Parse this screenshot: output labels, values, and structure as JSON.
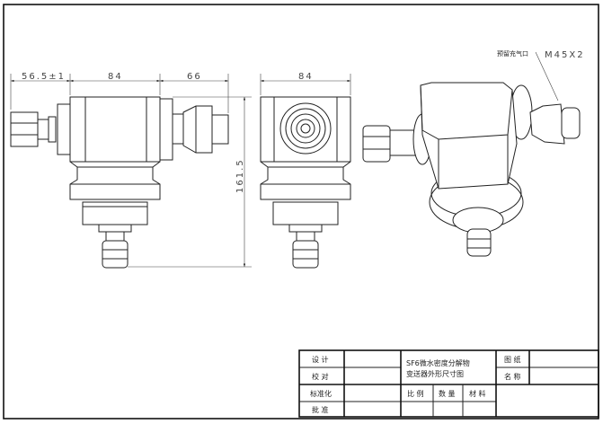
{
  "dimensions": {
    "left_length": "56.5±1",
    "body_width": "84",
    "right_length": "66",
    "side_width": "84",
    "height": "161.5"
  },
  "annotations": {
    "port_label": "预留充气口",
    "thread": "M45X2"
  },
  "title_block": {
    "design": "设 计",
    "check": "校 对",
    "standard": "标准化",
    "approve": "批 准",
    "title_line1": "SF6微水密度分解物",
    "title_line2": "变送器外形尺寸图",
    "scale": "比 例",
    "quantity": "数 量",
    "material": "材 料",
    "drawing_no": "图 纸",
    "name": "名 称"
  }
}
